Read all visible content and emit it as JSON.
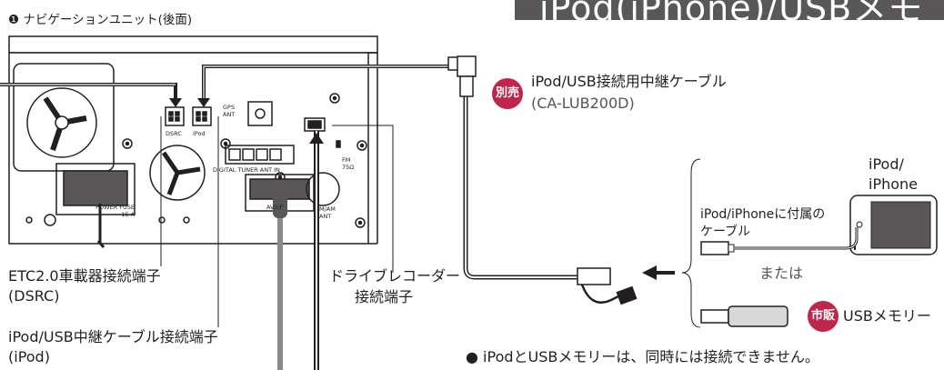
{
  "header": {
    "title": "iPod(iPhone)/USBメモリ"
  },
  "unit": {
    "subtitle": "❶ ナビゲーションユニット(後面)",
    "panel": {
      "dsrc": "DSRC",
      "ipod": "iPod",
      "gps": "GPS ANT",
      "digital_tuner": "DIGITAL TUNER ANT IN",
      "fm": "FM 75Ω",
      "power_fuse": "POWER FUSE 15 A",
      "av_if": "AV/I/F",
      "am": "M/AM ANT"
    }
  },
  "labels": {
    "etc_line1": "ETC2.0車載器接続端子",
    "etc_line2": "(DSRC)",
    "ipod_line1": "iPod/USB中継ケーブル接続端子",
    "ipod_line2": "(iPod)",
    "drive_line1": "ドライブレコーダー",
    "drive_line2": "接続端子"
  },
  "cable": {
    "badge": "別売",
    "name": "iPod/USB接続用中継ケーブル",
    "model": "(CA-LUB200D)"
  },
  "devices": {
    "ipod_title_line1": "iPod/",
    "ipod_title_line2": "iPhone",
    "included_cable_line1": "iPod/iPhoneに付属の",
    "included_cable_line2": "ケーブル",
    "or": "または",
    "market_badge": "市販",
    "usb_memory": "USBメモリー"
  },
  "note": "● iPodとUSBメモリーは、同時には接続できません。"
}
